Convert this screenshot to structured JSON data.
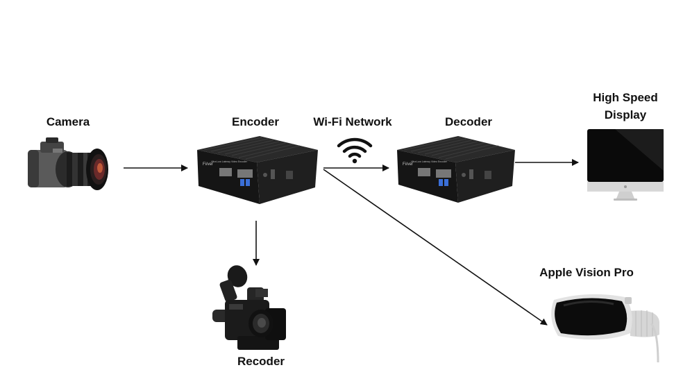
{
  "nodes": {
    "camera": {
      "label": "Camera"
    },
    "encoder": {
      "label": "Encoder"
    },
    "network": {
      "label": "Wi-Fi Network"
    },
    "decoder": {
      "label": "Decoder"
    },
    "display": {
      "label_line1": "High Speed",
      "label_line2": "Display"
    },
    "recorder": {
      "label": "Recoder"
    },
    "vision_pro": {
      "label": "Apple Vision Pro"
    }
  },
  "device_brand_mark": "Fi/ver",
  "device_model_text": "Ultra Low Latency Video Encoder",
  "colors": {
    "arrow": "#111111",
    "device_body": "#1a1a1a",
    "device_accent": "#3a6fd8",
    "screen": "#0a0a0a",
    "stand": "#cfcfcf"
  },
  "icons": {
    "camera": "dslr-camera-icon",
    "encoder": "mini-pc-icon",
    "decoder": "mini-pc-icon",
    "wifi": "wifi-icon",
    "display": "monitor-icon",
    "recorder": "camcorder-icon",
    "vision_pro": "headset-icon"
  }
}
